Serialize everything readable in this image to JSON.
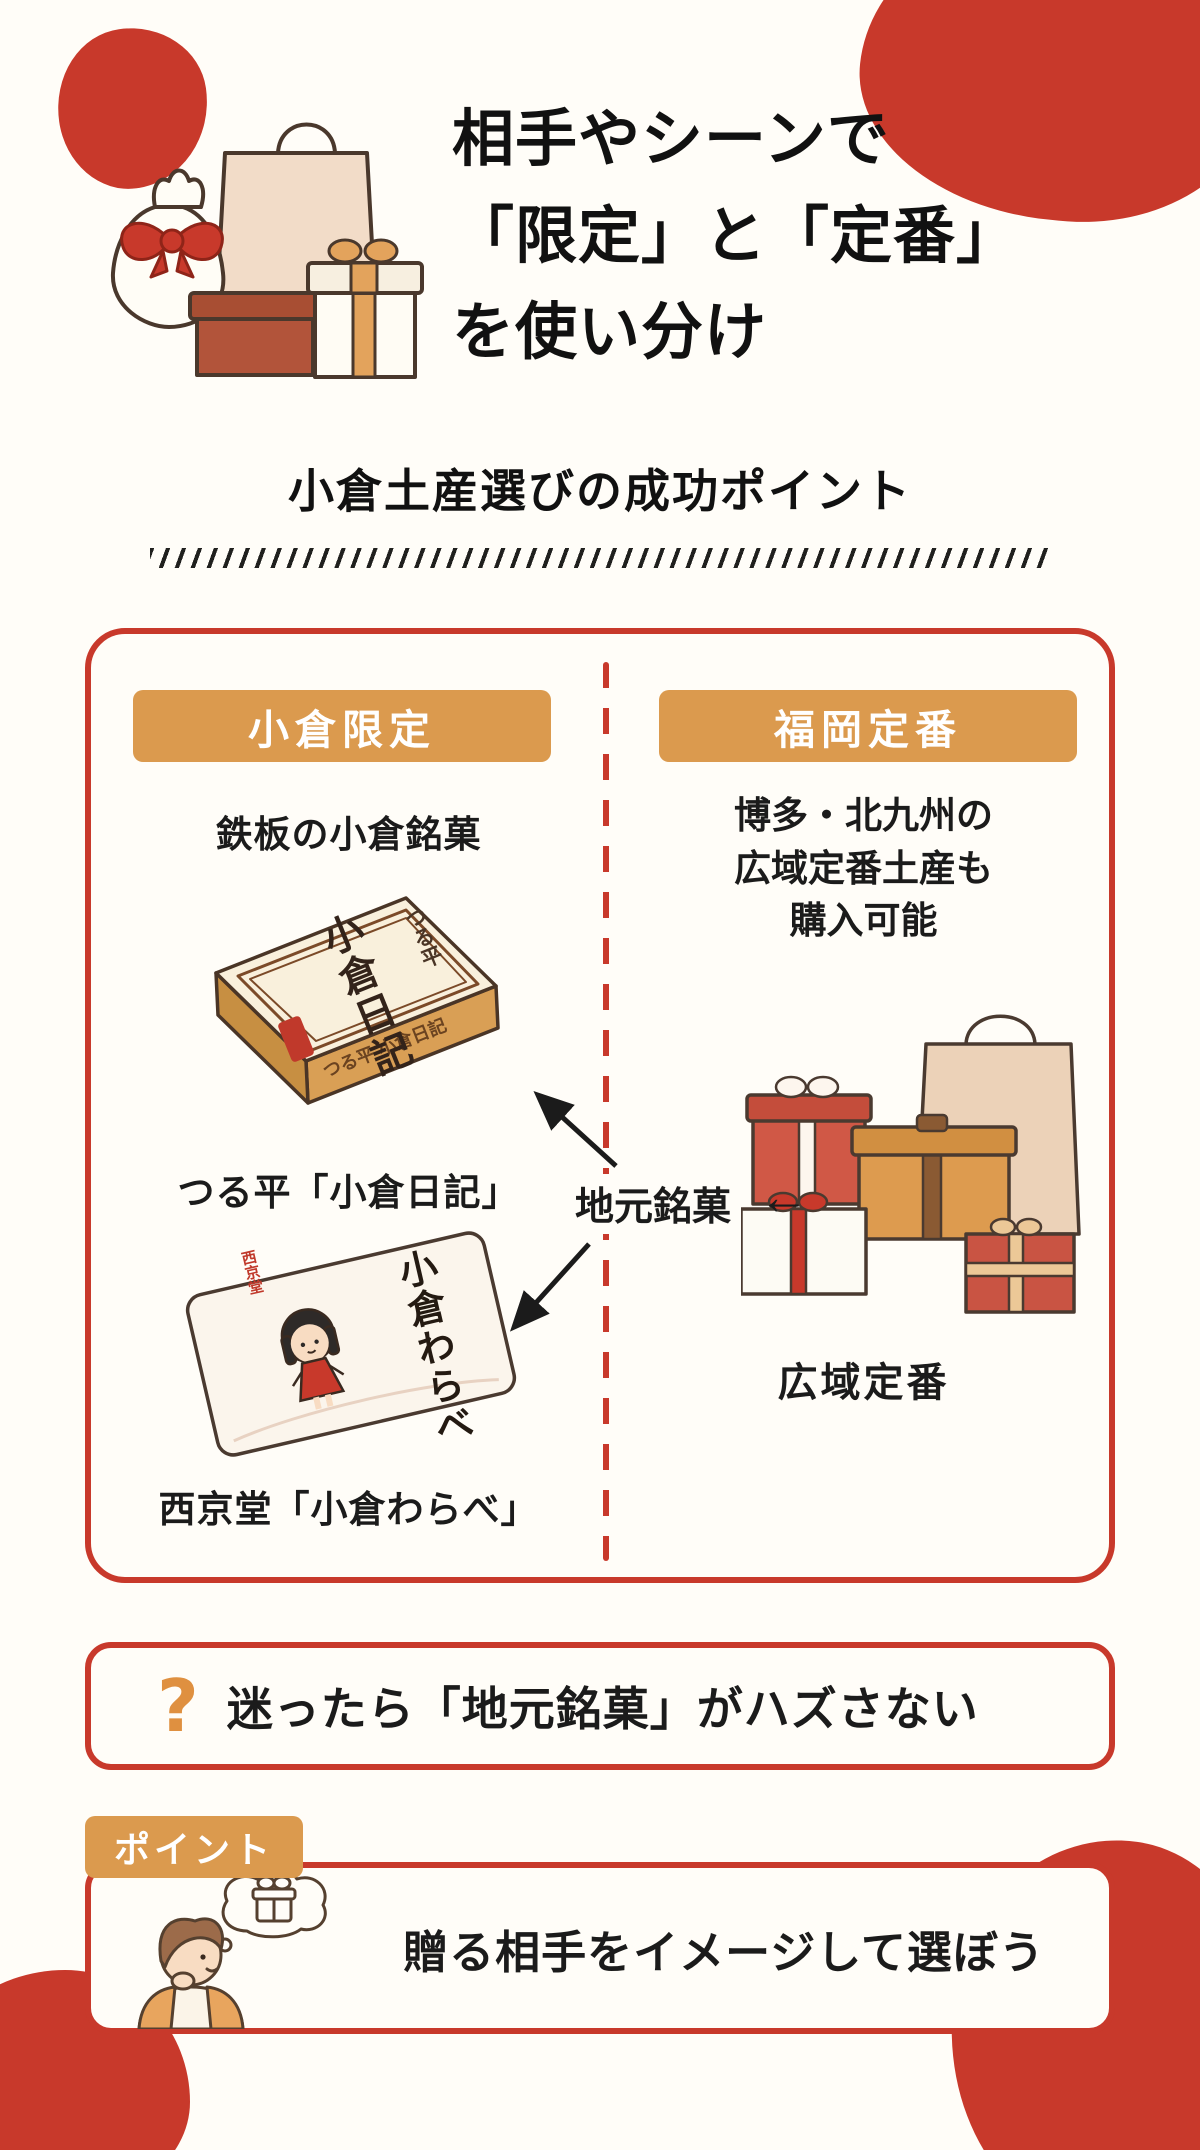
{
  "colors": {
    "red": "#c8392b",
    "orange": "#db9a4e",
    "text": "#1b1b1b",
    "background": "#fffdf8"
  },
  "header": {
    "title_line1": "相手やシーンで",
    "title_line2": "「限定」と「定番」",
    "title_line3": "を使い分け",
    "subtitle": "小倉土産選びの成功ポイント"
  },
  "comparison": {
    "left": {
      "badge": "小倉限定",
      "heading": "鉄板の小倉銘菓",
      "product1": {
        "brand_vertical": "つる平",
        "name_vertical": "小倉日記",
        "side_text": "つる平 小倉日記",
        "label": "つる平「小倉日記」"
      },
      "product2": {
        "seal_vertical": "西京堂",
        "name_vertical": "小倉わらべ",
        "label": "西京堂「小倉わらべ」"
      }
    },
    "right": {
      "badge": "福岡定番",
      "line1": "博多・北九州の",
      "line2": "広域定番土産も",
      "line3": "購入可能",
      "caption": "広域定番"
    },
    "center": {
      "label": "地元銘菓",
      "arrow_left": "←"
    }
  },
  "question": {
    "icon": "?",
    "text": "迷ったら「地元銘菓」がハズさない"
  },
  "point": {
    "badge": "ポイント",
    "text": "贈る相手をイメージして選ぼう"
  }
}
